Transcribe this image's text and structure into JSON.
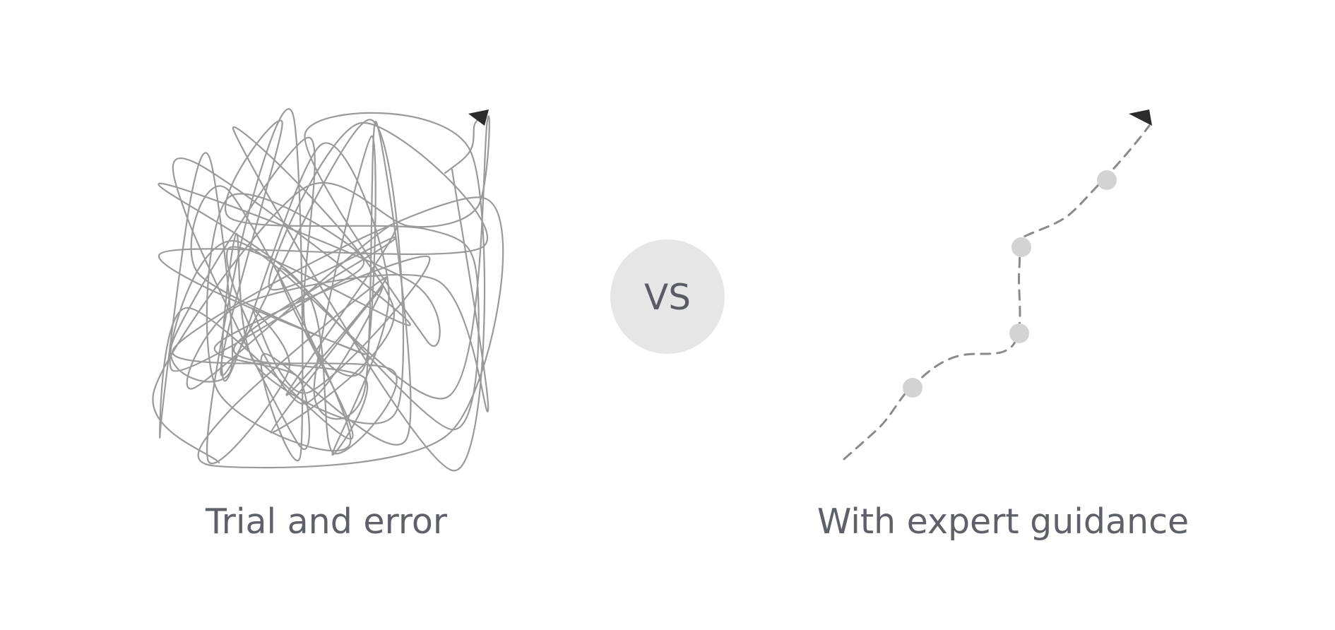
{
  "left_panel": {
    "caption": "Trial and error"
  },
  "center": {
    "label": "VS"
  },
  "right_panel": {
    "caption": "With expert guidance",
    "milestone_count": 4
  },
  "colors": {
    "background": "#ffffff",
    "scribble_line": "#9a9a9a",
    "dashed_path": "#8a8a8a",
    "milestone_dot": "#d3d3d3",
    "arrow_head": "#2b2b2b",
    "vs_circle": "#e6e6e6",
    "text": "#5f6168"
  },
  "icons": {
    "left_arrow": "arrowhead-icon",
    "right_arrow": "arrowhead-icon"
  }
}
